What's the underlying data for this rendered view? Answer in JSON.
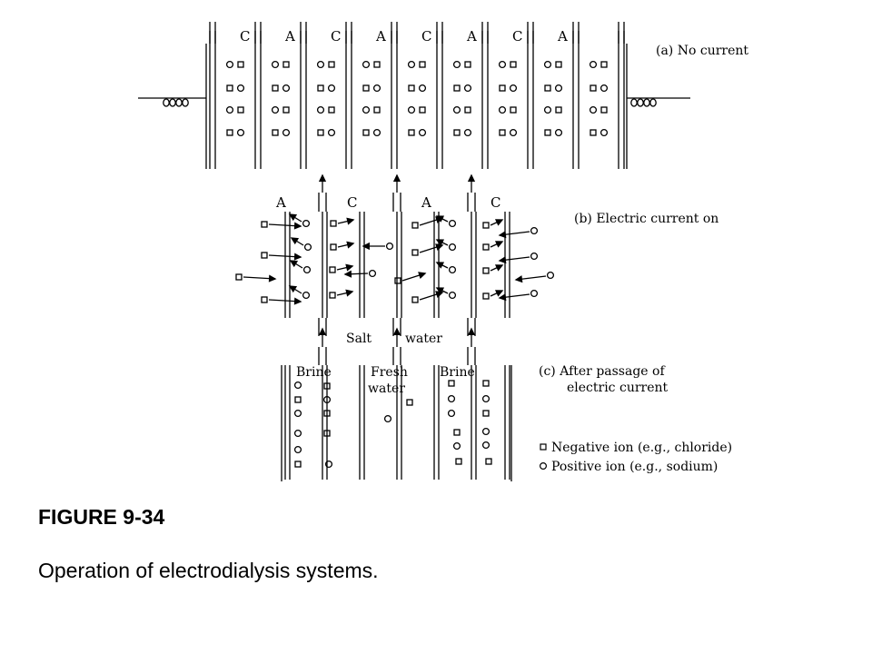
{
  "panel_a": {
    "membranes": [
      "C",
      "A",
      "C",
      "A",
      "C",
      "A",
      "C",
      "A"
    ],
    "label": "(a) No current"
  },
  "panel_b": {
    "membranes": [
      "A",
      "C",
      "A",
      "C"
    ],
    "label": "(b) Electric current on",
    "inlet_words": [
      "Salt",
      "water"
    ]
  },
  "panel_c": {
    "compartments": [
      "Brine",
      "Fresh water",
      "Brine"
    ],
    "label_line1": "(c) After passage of",
    "label_line2": "electric current"
  },
  "legend": {
    "negative": "Negative ion (e.g., chloride)",
    "positive": "Positive ion (e.g., sodium)"
  },
  "caption": {
    "number": "FIGURE 9-34",
    "text": "Operation of electrodialysis systems."
  }
}
